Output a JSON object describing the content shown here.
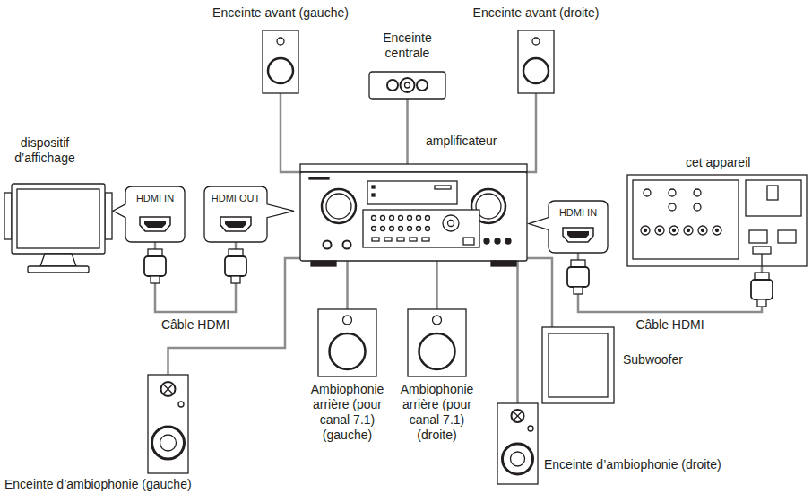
{
  "diagram": {
    "nodes": [
      {
        "text": [
          "Enceinte avant (gauche)"
        ]
      },
      {
        "text": [
          "Enceinte centrale"
        ]
      },
      {
        "text": [
          "Enceinte avant (droite)"
        ]
      },
      {
        "text": [
          "dispositif d’affichage"
        ]
      },
      {
        "text": [
          "HDMI IN"
        ]
      },
      {
        "text": [
          "HDMI OUT"
        ]
      },
      {
        "text": [
          "amplificateur"
        ]
      },
      {
        "text": [
          "HDMI IN"
        ]
      },
      {
        "text": [
          "cet appareil"
        ]
      },
      {
        "text": [
          "Ambiophonie arrière (pour canal 7.1) (gauche)"
        ]
      },
      {
        "text": [
          "Ambiophonie arrière (pour canal 7.1) (droite)"
        ]
      },
      {
        "text": [
          "Subwoofer"
        ]
      },
      {
        "text": [
          "Enceinte d’ambiophonie (gauche)"
        ]
      },
      {
        "text": [
          "Enceinte d’ambiophonie (droite)"
        ]
      }
    ],
    "edges": [
      {
        "from": 0,
        "to": 6,
        "arrow": "none"
      },
      {
        "from": 1,
        "to": 6,
        "arrow": "none"
      },
      {
        "from": 2,
        "to": 6,
        "arrow": "none"
      },
      {
        "from": 4,
        "to": 5,
        "label": "Câble HDMI",
        "arrow": "none"
      },
      {
        "from": 7,
        "to": 8,
        "label": "Câble HDMI",
        "arrow": "none"
      },
      {
        "from": 9,
        "to": 6,
        "arrow": "none"
      },
      {
        "from": 10,
        "to": 6,
        "arrow": "none"
      },
      {
        "from": 11,
        "to": 6,
        "arrow": "none"
      },
      {
        "from": 12,
        "to": 6,
        "arrow": "none"
      },
      {
        "from": 13,
        "to": 6,
        "arrow": "none"
      }
    ]
  }
}
